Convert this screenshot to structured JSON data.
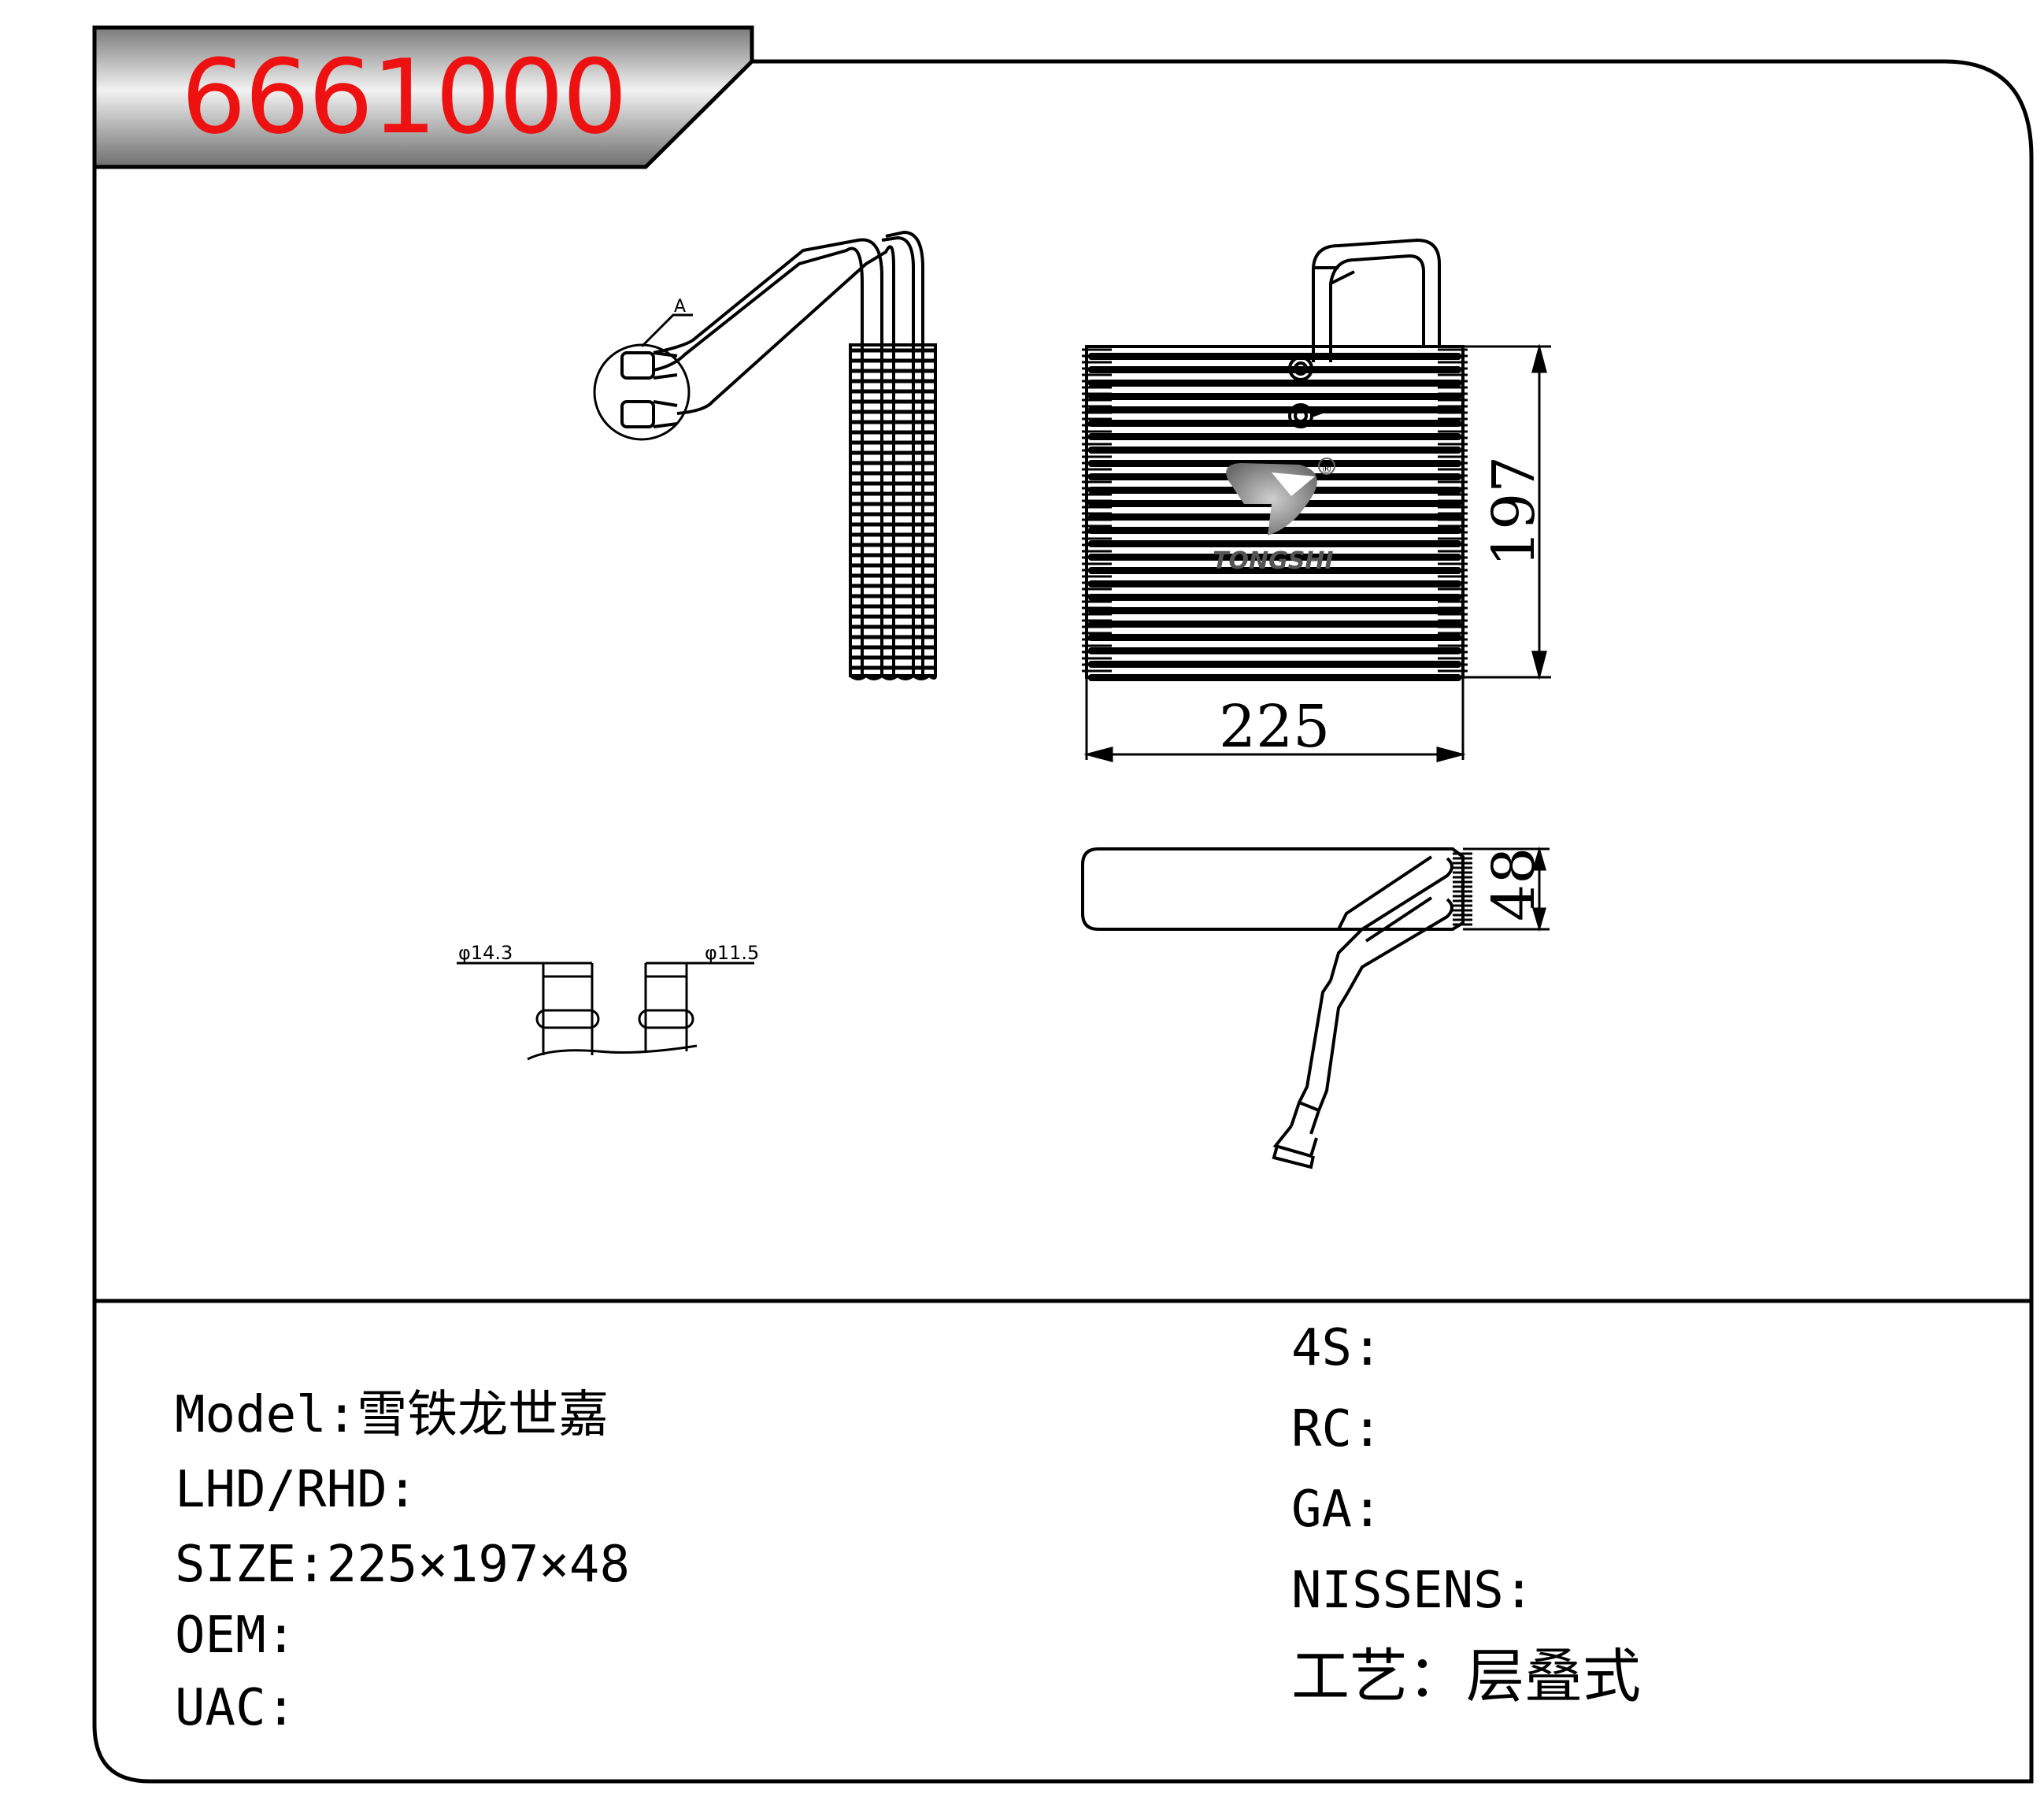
{
  "header": {
    "model_code": "6661000"
  },
  "drawing": {
    "dims": {
      "width": "225",
      "height": "197",
      "depth": "48"
    },
    "pipes": {
      "d1": "φ14.3",
      "d2": "φ11.5"
    },
    "detail": "A",
    "logo_text": "TONGSHI",
    "logo_reg": "®"
  },
  "specs_left": [
    "Model:雪铁龙世嘉",
    "LHD/RHD:",
    "SIZE:225×197×48",
    "OEM:",
    "UAC:"
  ],
  "specs_right": [
    "4S:",
    "RC:",
    "GA:",
    "NISSENS:",
    "工艺：层叠式"
  ],
  "colors": {
    "model_code": "#ee1111",
    "frame": "#000000",
    "header_band": "#9a9a9a"
  }
}
